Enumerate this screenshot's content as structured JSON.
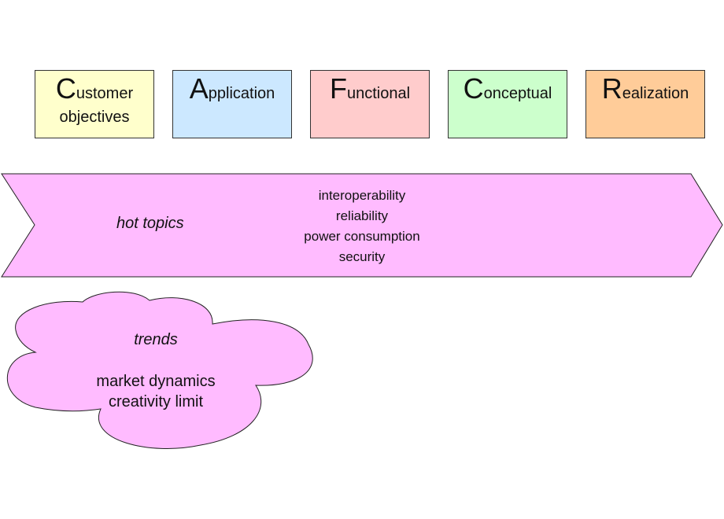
{
  "boxes": [
    {
      "initial": "C",
      "rest": "ustomer",
      "line2": "objectives",
      "color": "#ffffcc"
    },
    {
      "initial": "A",
      "rest": "pplication",
      "line2": "",
      "color": "#cce8ff"
    },
    {
      "initial": "F",
      "rest": "unctional",
      "line2": "",
      "color": "#ffcccc"
    },
    {
      "initial": "C",
      "rest": "onceptual",
      "line2": "",
      "color": "#ccffcc"
    },
    {
      "initial": "R",
      "rest": "ealization",
      "line2": "",
      "color": "#ffcc99"
    }
  ],
  "arrow": {
    "label": "hot topics",
    "items": [
      "interoperability",
      "reliability",
      "power consumption",
      "security"
    ],
    "color": "#ffbbff"
  },
  "cloud": {
    "label": "trends",
    "items": [
      "market dynamics",
      "creativity limit"
    ],
    "color": "#ffbbff"
  }
}
